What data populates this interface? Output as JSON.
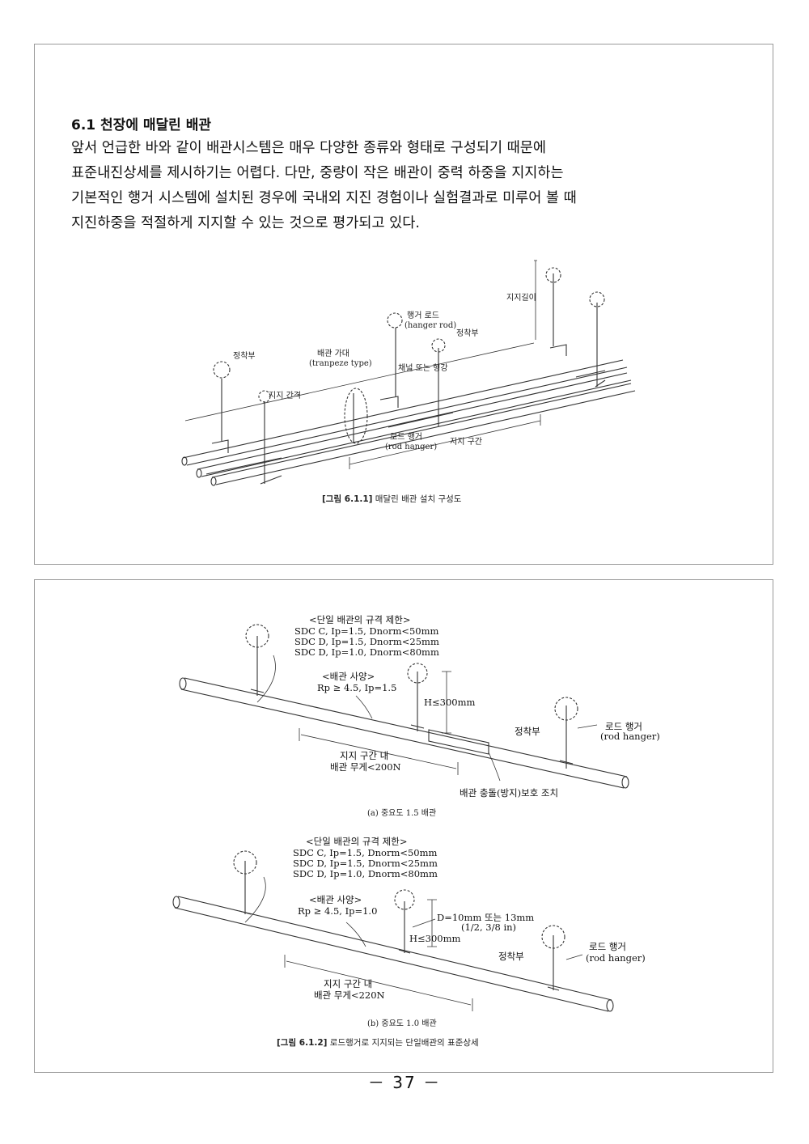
{
  "section": {
    "heading": "6.1 천장에 매달린 배관",
    "lines": [
      "앞서 언급한 바와 같이 배관시스템은 매우 다양한 종류와 형태로 구성되기 때문에",
      "표준내진상세를 제시하기는 어렵다. 다만, 중량이 작은 배관이 중력 하중을 지지하는",
      "기본적인 행거 시스템에 설치된 경우에 국내외 지진 경험이나 실험결과로 미루어 볼 때",
      "지진하중을 적절하게 지지할 수 있는 것으로 평가되고 있다."
    ]
  },
  "fig1": {
    "caption_num": "[그림 6.1.1]",
    "caption_text": " 매달린 배관 설치 구성도",
    "labels": {
      "anchor_left": "정착부",
      "support_spacing": "지지 간격",
      "trapeze_kr": "배관 가대",
      "trapeze_en": "(tranpeze type)",
      "hanger_rod_kr": "행거 로드",
      "hanger_rod_en": "(hanger rod)",
      "anchor_mid": "정착부",
      "channel": "채널 또는 형강",
      "rod_hanger_kr": "로드 행거",
      "rod_hanger_en": "(rod hanger)",
      "support_span": "지지 구간",
      "support_length": "지지길이"
    }
  },
  "fig2a": {
    "limit_title": "<단일 배관의 규격 제한>",
    "limits": [
      "SDC C, Ip=1.5, Dnorm<50mm",
      "SDC D, Ip=1.5, Dnorm<25mm",
      "SDC D, Ip=1.0, Dnorm<80mm"
    ],
    "spec_title": "<배관 사양>",
    "spec": "Rp ≥ 4.5, Ip=1.5",
    "height": "H≤300mm",
    "anchor": "정착부",
    "rod_hanger_kr": "로드 행거",
    "rod_hanger_en": "(rod hanger)",
    "weight_l1": "지지 구간 내",
    "weight_l2": "배관 무게<200N",
    "protection": "배관 충돌(방지)보호 조치",
    "sub_caption": "(a) 중요도 1.5 배관"
  },
  "fig2b": {
    "limit_title": "<단일 배관의 규격 제한>",
    "limits": [
      "SDC C, Ip=1.5, Dnorm<50mm",
      "SDC D, Ip=1.5, Dnorm<25mm",
      "SDC D, Ip=1.0, Dnorm<80mm"
    ],
    "spec_title": "<배관 사양>",
    "spec": "Rp ≥ 4.5, Ip=1.0",
    "diameter": "D=10mm 또는 13mm",
    "diameter_in": "(1/2, 3/8 in)",
    "height": "H≤300mm",
    "anchor": "정착부",
    "rod_hanger_kr": "로드 행거",
    "rod_hanger_en": "(rod hanger)",
    "weight_l1": "지지 구간 내",
    "weight_l2": "배관 무게<220N",
    "sub_caption": "(b) 중요도 1.0 배관",
    "caption_num": "[그림 6.1.2]",
    "caption_text": " 로드행거로 지지되는 단일배관의 표준상세"
  },
  "page_number": "－ 37 －"
}
